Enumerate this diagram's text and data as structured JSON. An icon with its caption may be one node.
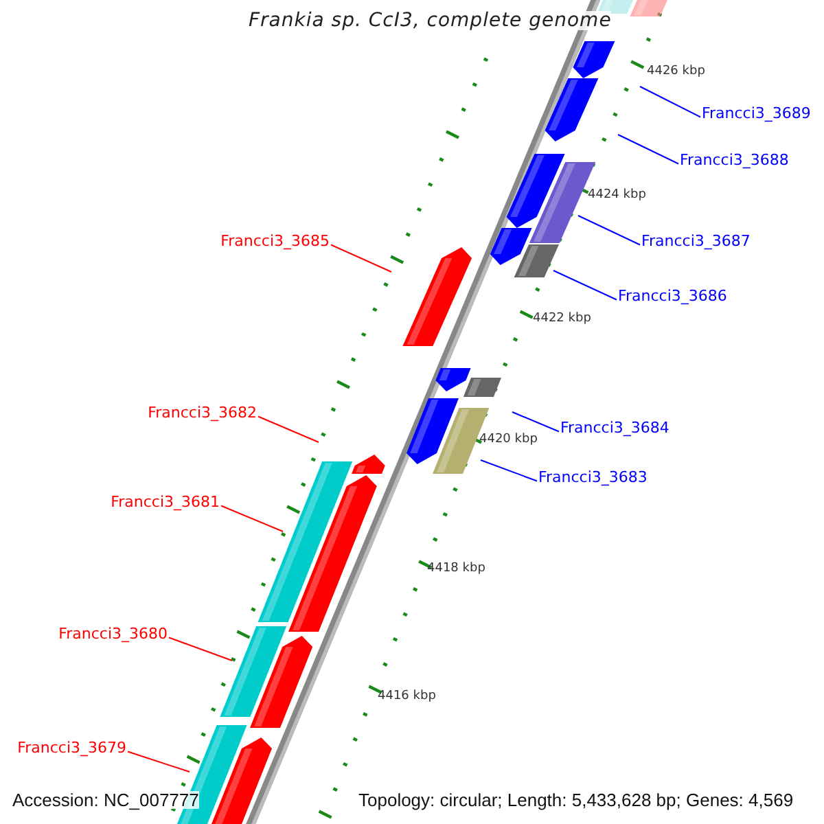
{
  "diagram": {
    "title": "Frankia sp. CcI3, complete genome",
    "nodes": [
      {
        "text": [
          "Francci3_3689"
        ]
      },
      {
        "text": [
          "Francci3_3688"
        ]
      },
      {
        "text": [
          "Francci3_3685"
        ]
      },
      {
        "text": [
          "Francci3_3687"
        ]
      },
      {
        "text": [
          "Francci3_3686"
        ]
      },
      {
        "text": [
          "Francci3_3682"
        ]
      },
      {
        "text": [
          "Francci3_3684"
        ]
      },
      {
        "text": [
          "Francci3_3683"
        ]
      },
      {
        "text": [
          "Francci3_3681"
        ]
      },
      {
        "text": [
          "Francci3_3680"
        ]
      },
      {
        "text": [
          "Francci3_3679"
        ]
      }
    ],
    "edges": [
      {
        "from": 0,
        "to": null,
        "arrow": "none"
      },
      {
        "from": 1,
        "to": null,
        "arrow": "none"
      },
      {
        "from": 2,
        "to": null,
        "arrow": "none",
        "color": "#ff0000"
      },
      {
        "from": 3,
        "to": null,
        "arrow": "none"
      },
      {
        "from": 4,
        "to": null,
        "arrow": "none"
      },
      {
        "from": 5,
        "to": null,
        "arrow": "none",
        "color": "#ff0000"
      },
      {
        "from": 6,
        "to": null,
        "arrow": "none"
      },
      {
        "from": 7,
        "to": null,
        "arrow": "none"
      },
      {
        "from": 8,
        "to": null,
        "arrow": "none",
        "color": "#ff0000"
      },
      {
        "from": 9,
        "to": null,
        "arrow": "none",
        "color": "#ff0000"
      },
      {
        "from": 10,
        "to": null,
        "arrow": "none",
        "color": "#ff0000"
      }
    ],
    "labels": [
      "4426 kbp",
      "4424 kbp",
      "4422 kbp",
      "4420 kbp",
      "4418 kbp",
      "4416 kbp",
      "Accession: NC_007777",
      "Topology: circular; Length: 5,433,628 bp; Genes: 4,569"
    ]
  }
}
